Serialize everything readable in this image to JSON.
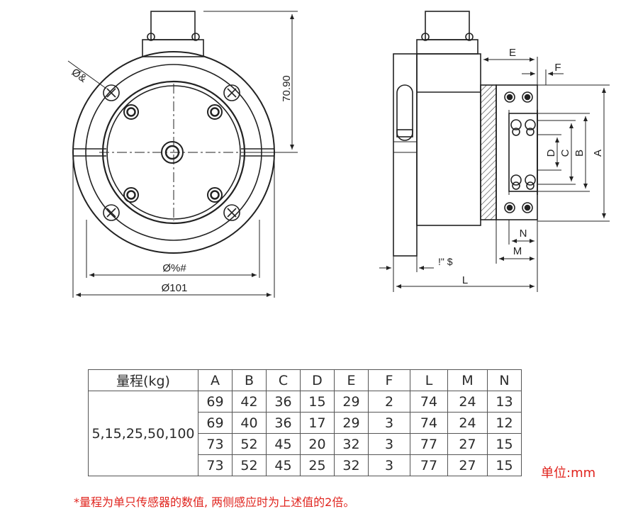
{
  "dimensions": {
    "height": "70.90",
    "bolt_hole": "Ø&",
    "inner_dia": "Ø%#",
    "outer_dia": "Ø101",
    "E": "E",
    "F": "F",
    "A": "A",
    "B": "B",
    "C": "C",
    "D": "D",
    "N": "N",
    "M": "M",
    "L": "L",
    "flange_thickness": "!\" $"
  },
  "table": {
    "range_header": "量程(kg)",
    "columns": [
      "A",
      "B",
      "C",
      "D",
      "E",
      "F",
      "L",
      "M",
      "N"
    ],
    "range_value": "5,15,25,50,100",
    "rows": [
      [
        "69",
        "42",
        "36",
        "15",
        "29",
        "2",
        "74",
        "24",
        "13"
      ],
      [
        "69",
        "40",
        "36",
        "17",
        "29",
        "3",
        "74",
        "24",
        "12"
      ],
      [
        "73",
        "52",
        "45",
        "20",
        "32",
        "3",
        "77",
        "27",
        "15"
      ],
      [
        "73",
        "52",
        "45",
        "25",
        "32",
        "3",
        "77",
        "27",
        "15"
      ]
    ]
  },
  "notes": {
    "unit": "单位:mm",
    "footnote": "*量程为单只传感器的数值, 两侧感应时为上述值的2倍。"
  },
  "colors": {
    "line": "#222222",
    "note_red": "#e0241e"
  }
}
